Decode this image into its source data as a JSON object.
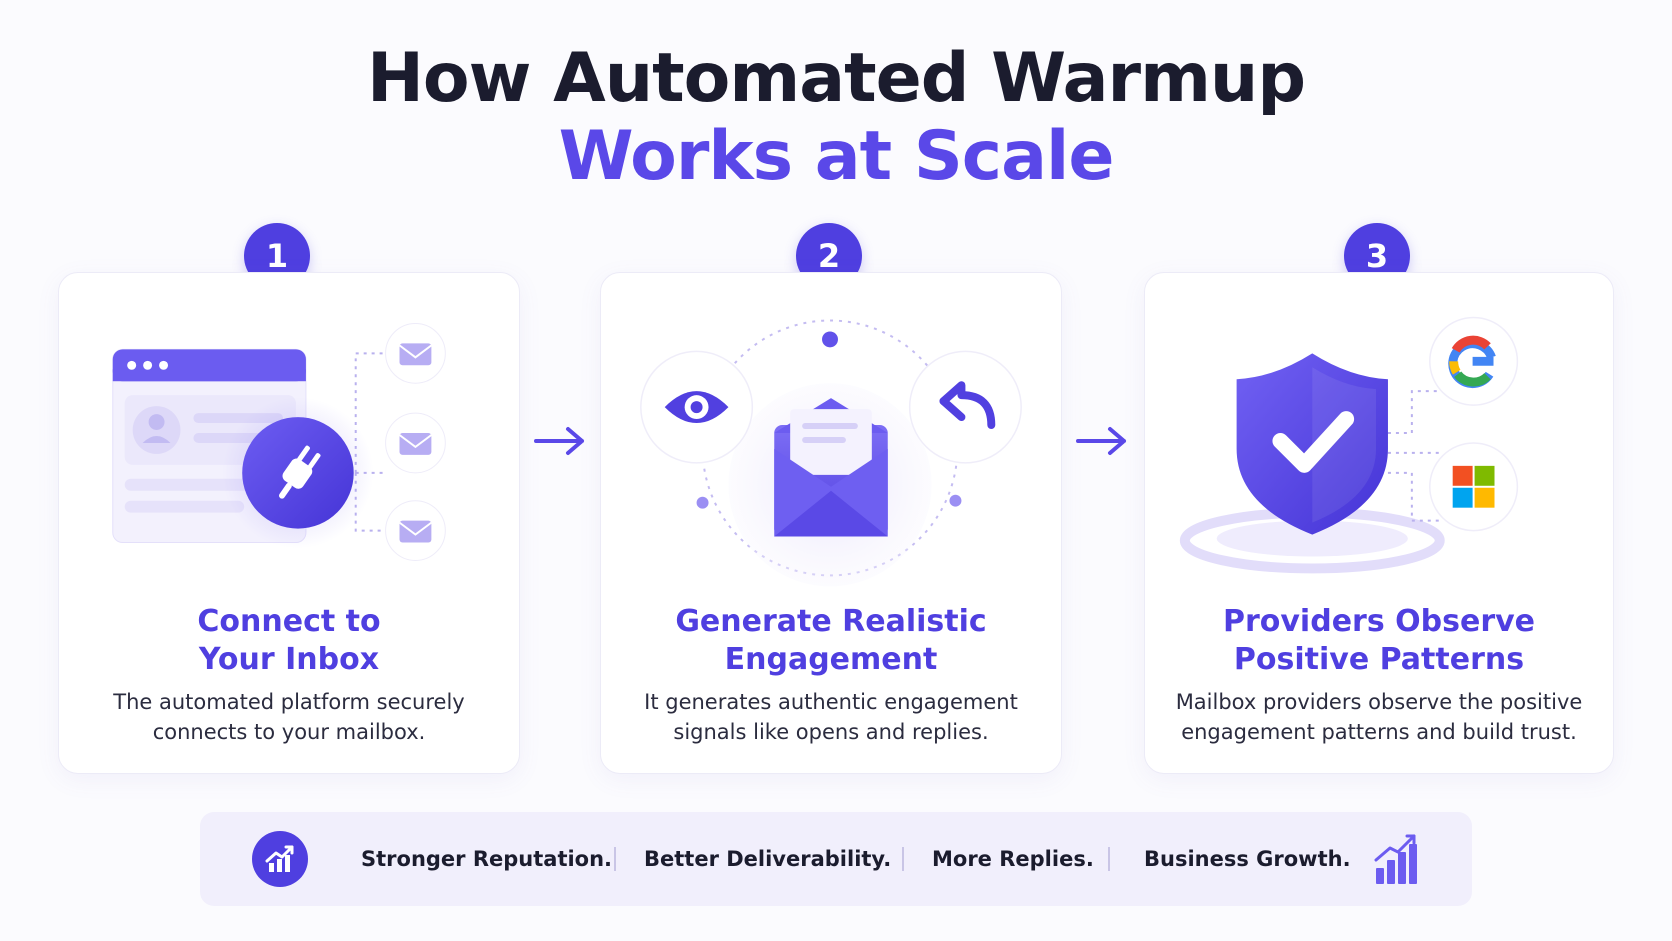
{
  "title": {
    "line1": "How Automated Warmup",
    "line2": "Works at Scale"
  },
  "steps": [
    {
      "number": "1",
      "heading_line1": "Connect to",
      "heading_line2": "Your Inbox",
      "desc_line1": "The automated platform securely",
      "desc_line2": "connects to your mailbox."
    },
    {
      "number": "2",
      "heading_line1": "Generate Realistic",
      "heading_line2": "Engagement",
      "desc_line1": "It generates authentic engagement",
      "desc_line2": "signals like opens and replies."
    },
    {
      "number": "3",
      "heading_line1": "Providers Observe",
      "heading_line2": "Positive Patterns",
      "desc_line1": "Mailbox providers observe the positive",
      "desc_line2": "engagement patterns and build trust."
    }
  ],
  "footer": {
    "items": [
      "Stronger Reputation.",
      "Better Deliverability.",
      "More Replies.",
      "Business Growth."
    ],
    "lead_icon": "growth-chart-icon",
    "tail_icon": "bar-chart-growth-icon"
  },
  "icons": {
    "step1": [
      "browser-window-icon",
      "user-avatar-icon",
      "plug-icon",
      "envelope-icon"
    ],
    "step2": [
      "eye-icon",
      "reply-icon",
      "open-envelope-icon"
    ],
    "step3": [
      "shield-check-icon",
      "google-icon",
      "microsoft-icon"
    ]
  },
  "colors": {
    "accent": "#4f3fe0",
    "accent_light": "#6c5cf0",
    "text": "#1b1c2e",
    "background": "#fbfbfe",
    "footer_bg": "#f1effc"
  }
}
